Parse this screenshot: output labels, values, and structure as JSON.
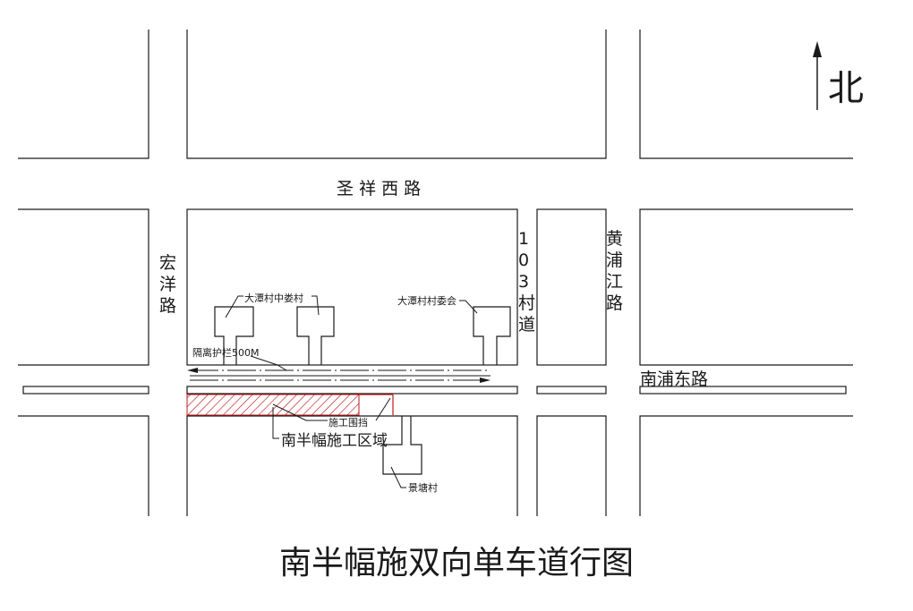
{
  "title": "南半幅施双向单车道行图",
  "north_label": "北",
  "roads": {
    "shengxiang_west": "圣 祥 西 路",
    "hongyang": "宏洋路",
    "huangpujiang": "黄浦江路",
    "village_road": "103村道",
    "nanpu_east": "南浦东路"
  },
  "labels": {
    "dt_zhonglou": "大潭村中娄村",
    "dt_committee": "大潭村村委会",
    "barrier": "隔离护栏500M",
    "fence": "施工围挡",
    "zone": "南半幅施工区域",
    "jingtang": "景塘村"
  },
  "colors": {
    "line": "#1a1a1a",
    "hatch": "#c01818"
  }
}
